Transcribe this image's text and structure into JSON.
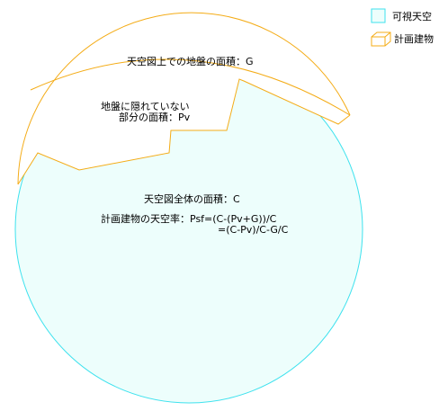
{
  "legend": {
    "visible_sky_label": "可視天空",
    "building_label": "計画建物"
  },
  "labels": {
    "ground_area": "天空図上での地盤の面積：G",
    "hidden_area_line1": "地盤に隠れていない",
    "hidden_area_line2": "部分の面積：Pv",
    "total_area": "天空図全体の面積：C",
    "formula_line1": "計画建物の天空率：Psf=(C-(Pv+G))/C",
    "formula_line2": "=(C-Pv)/C-G/C"
  },
  "colors": {
    "sky_fill": "#edfefc",
    "sky_stroke": "#3ee2ee",
    "building_stroke": "#f4ac17"
  },
  "icons": {
    "visible_sky": "cyan-square-swatch",
    "building": "wireframe-box-icon"
  }
}
